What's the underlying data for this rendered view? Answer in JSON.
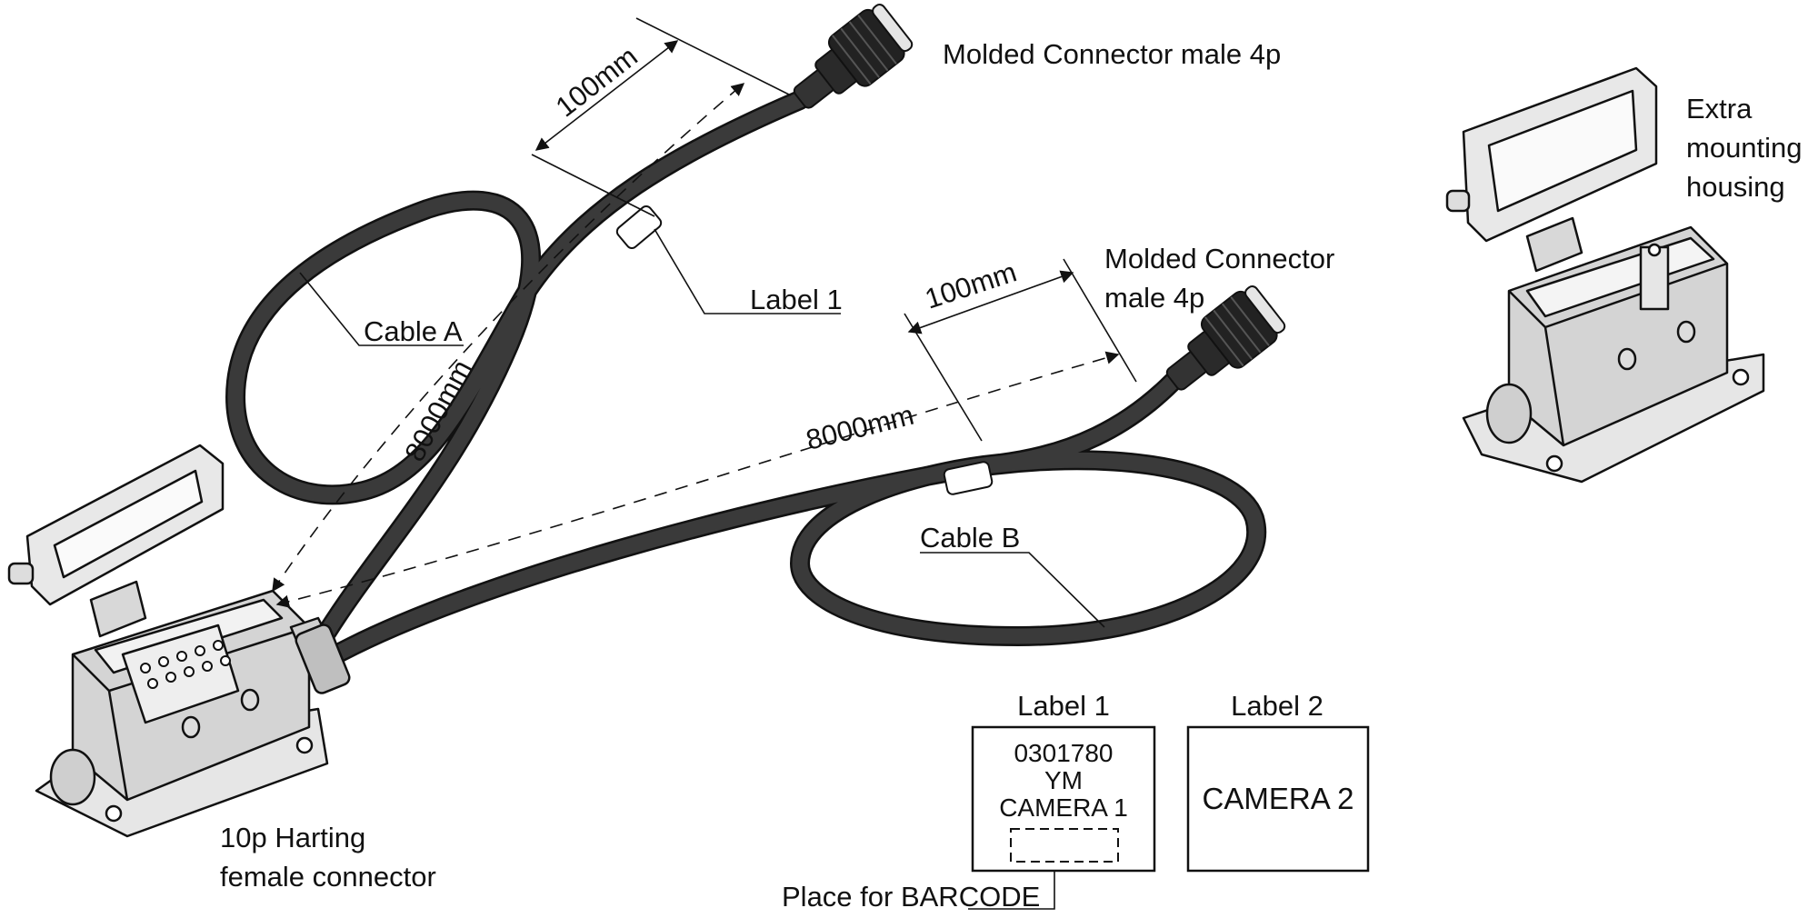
{
  "callouts": {
    "connector_a": "Molded Connector male 4p",
    "connector_b_line1": "Molded Connector",
    "connector_b_line2": "male 4p",
    "extra_housing_line1": "Extra",
    "extra_housing_line2": "mounting",
    "extra_housing_line3": "housing",
    "harting_line1": "10p Harting",
    "harting_line2": "female connector",
    "cable_a": "Cable A",
    "cable_b": "Cable B",
    "label_pointer": "Label 1",
    "barcode_note": "Place for BARCODE"
  },
  "dimensions": {
    "a_tail": "100mm",
    "a_length": "8000mm",
    "b_tail": "100mm",
    "b_length": "8000mm"
  },
  "label_boxes": {
    "label1_title": "Label 1",
    "label1_line1": "0301780",
    "label1_line2": "YM",
    "label1_line3": "CAMERA 1",
    "label2_title": "Label 2",
    "label2_text": "CAMERA 2"
  },
  "colors": {
    "cable": "#2e2e2e",
    "housing_fill": "#d9d9d9",
    "outline": "#111111"
  }
}
